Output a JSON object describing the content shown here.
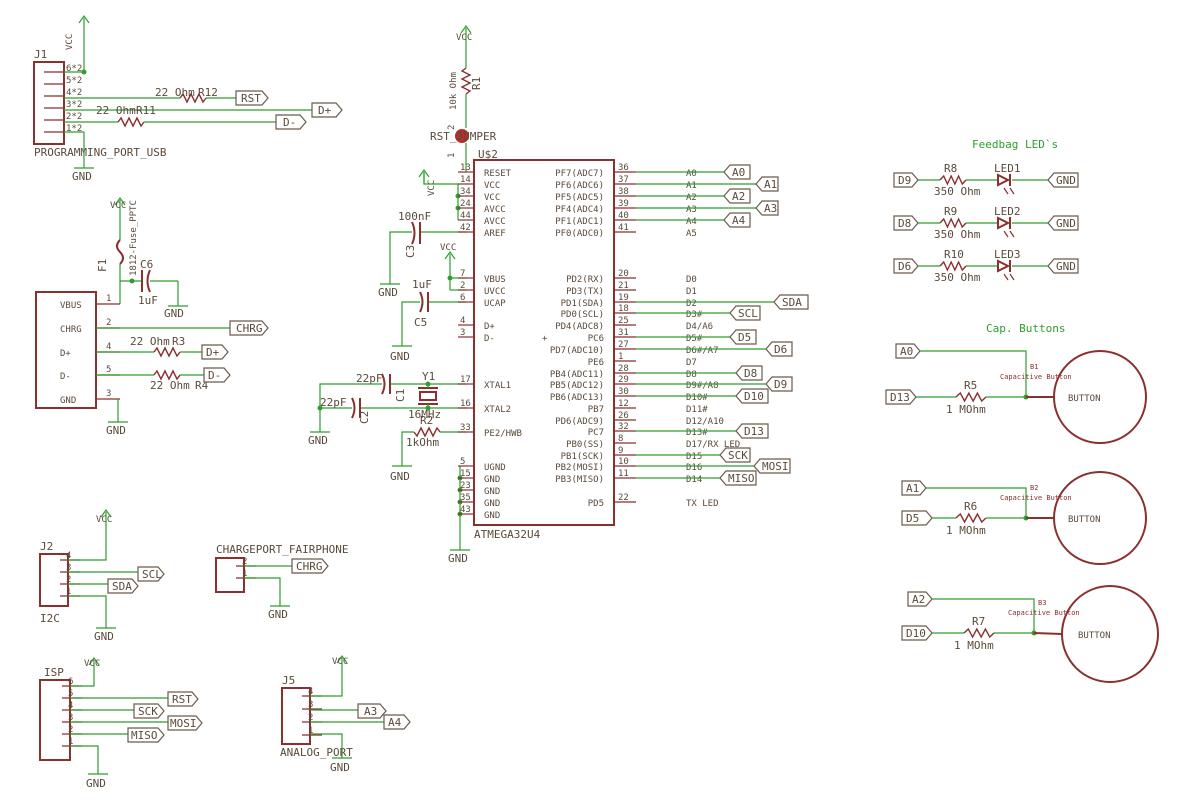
{
  "sections": {
    "feedback_leds": "Feedbag LED`s",
    "cap_buttons": "Cap. Buttons"
  },
  "power": {
    "vcc": "VCC",
    "gnd": "GND"
  },
  "j1": {
    "ref": "J1",
    "name": "PROGRAMMING_PORT_USB",
    "pins": [
      "6*2",
      "5*2",
      "4*2",
      "3*2",
      "2*2",
      "1*2"
    ],
    "r12": "R12",
    "r12_val": "22 Ohm",
    "r11": "R11",
    "r11_val": "22 Ohm",
    "net_rst": "RST",
    "net_dp": "D+",
    "net_dm": "D-"
  },
  "fuse": {
    "ref": "F1",
    "val": "1812-Fuse_PPTC"
  },
  "c6": {
    "ref": "C6",
    "val": "1uF"
  },
  "usb_conn": {
    "pins": [
      "VBUS",
      "CHRG",
      "D+",
      "D-",
      "GND"
    ],
    "nums": [
      "1",
      "2",
      "4",
      "5",
      "3"
    ],
    "r3": "R3",
    "r3_val": "22 Ohm",
    "r4": "R4",
    "r4_val": "22 Ohm",
    "net_chrg": "CHRG",
    "net_dp": "D+",
    "net_dm": "D-"
  },
  "r1": {
    "ref": "R1",
    "val": "10k Ohm"
  },
  "rst_jumper": "RST_JUMPER",
  "jumper_pins": [
    "1",
    "2"
  ],
  "c3": {
    "ref": "C3",
    "val": "100nF"
  },
  "c5": {
    "ref": "C5",
    "val": "1uF"
  },
  "c1": {
    "ref": "C1",
    "val": "22pF"
  },
  "c2": {
    "ref": "C2",
    "val": "22pF"
  },
  "y1": {
    "ref": "Y1",
    "val": "16MHz"
  },
  "r2": {
    "ref": "R2",
    "val": "1kOhm"
  },
  "mcu": {
    "ref": "U$2",
    "name": "ATMEGA32U4",
    "left_pins": [
      {
        "name": "RESET",
        "num": "13"
      },
      {
        "name": "VCC",
        "num": "14"
      },
      {
        "name": "VCC",
        "num": "34"
      },
      {
        "name": "AVCC",
        "num": "24"
      },
      {
        "name": "AVCC",
        "num": "44"
      },
      {
        "name": "AREF",
        "num": "42"
      },
      {
        "name": "VBUS",
        "num": "7"
      },
      {
        "name": "UVCC",
        "num": "2"
      },
      {
        "name": "UCAP",
        "num": "6"
      },
      {
        "name": "D+",
        "num": "4"
      },
      {
        "name": "D-",
        "num": "3"
      },
      {
        "name": "XTAL1",
        "num": "17"
      },
      {
        "name": "XTAL2",
        "num": "16"
      },
      {
        "name": "PE2/HWB",
        "num": "33"
      },
      {
        "name": "UGND",
        "num": "5"
      },
      {
        "name": "GND",
        "num": "15"
      },
      {
        "name": "GND",
        "num": "23"
      },
      {
        "name": "GND",
        "num": "35"
      },
      {
        "name": "GND",
        "num": "43"
      }
    ],
    "right_pins": [
      {
        "name": "PF7(ADC7)",
        "num": "36",
        "sig": "A0"
      },
      {
        "name": "PF6(ADC6)",
        "num": "37",
        "sig": "A1"
      },
      {
        "name": "PF5(ADC5)",
        "num": "38",
        "sig": "A2"
      },
      {
        "name": "PF4(ADC4)",
        "num": "39",
        "sig": "A3"
      },
      {
        "name": "PF1(ADC1)",
        "num": "40",
        "sig": "A4"
      },
      {
        "name": "PF0(ADC0)",
        "num": "41",
        "sig": "A5"
      },
      {
        "name": "PD2(RX)",
        "num": "20",
        "sig": "D0"
      },
      {
        "name": "PD3(TX)",
        "num": "21",
        "sig": "D1"
      },
      {
        "name": "PD1(SDA)",
        "num": "19",
        "sig": "D2"
      },
      {
        "name": "PD0(SCL)",
        "num": "18",
        "sig": "D3#"
      },
      {
        "name": "PD4(ADC8)",
        "num": "25",
        "sig": "D4/A6"
      },
      {
        "name": "PC6",
        "num": "31",
        "sig": "D5#"
      },
      {
        "name": "PD7(ADC10)",
        "num": "27",
        "sig": "D6#/A7"
      },
      {
        "name": "PE6",
        "num": "1",
        "sig": "D7"
      },
      {
        "name": "PB4(ADC11)",
        "num": "28",
        "sig": "D8"
      },
      {
        "name": "PB5(ADC12)",
        "num": "29",
        "sig": "D9#/A8"
      },
      {
        "name": "PB6(ADC13)",
        "num": "30",
        "sig": "D10#"
      },
      {
        "name": "PB7",
        "num": "12",
        "sig": "D11#"
      },
      {
        "name": "PD6(ADC9)",
        "num": "26",
        "sig": "D12/A10"
      },
      {
        "name": "PC7",
        "num": "32",
        "sig": "D13#"
      },
      {
        "name": "PB0(SS)",
        "num": "8",
        "sig": "D17/RX LED"
      },
      {
        "name": "PB1(SCK)",
        "num": "9",
        "sig": "D15"
      },
      {
        "name": "PB2(MOSI)",
        "num": "10",
        "sig": "D16"
      },
      {
        "name": "PB3(MISO)",
        "num": "11",
        "sig": "D14"
      },
      {
        "name": "PD5",
        "num": "22",
        "sig": "TX LED"
      }
    ],
    "nets": {
      "a0": "A0",
      "a1": "A1",
      "a2": "A2",
      "a3": "A3",
      "a4": "A4",
      "sda": "SDA",
      "scl": "SCL",
      "d5": "D5",
      "d6": "D6",
      "d8": "D8",
      "d9": "D9",
      "d10": "D10",
      "d13": "D13",
      "sck": "SCK",
      "mosi": "MOSI",
      "miso": "MISO"
    }
  },
  "leds": [
    {
      "net": "D9",
      "r": "R8",
      "rv": "350 Ohm",
      "led": "LED1"
    },
    {
      "net": "D8",
      "r": "R9",
      "rv": "350 Ohm",
      "led": "LED2"
    },
    {
      "net": "D6",
      "r": "R10",
      "rv": "350 Ohm",
      "led": "LED3"
    }
  ],
  "buttons": [
    {
      "in": "A0",
      "drv": "D13",
      "r": "R5",
      "rv": "1 MOhm",
      "b": "B1",
      "cap": "Capacitive Button",
      "label": "BUTTON"
    },
    {
      "in": "A1",
      "drv": "D5",
      "r": "R6",
      "rv": "1 MOhm",
      "b": "B2",
      "cap": "Capacitive Button",
      "label": "BUTTON"
    },
    {
      "in": "A2",
      "drv": "D10",
      "r": "R7",
      "rv": "1 MOhm",
      "b": "B3",
      "cap": "Capacitive Button",
      "label": "BUTTON"
    }
  ],
  "j2": {
    "ref": "J2",
    "name": "I2C",
    "pins": [
      "4",
      "3",
      "2",
      "1"
    ],
    "scl": "SCL",
    "sda": "SDA"
  },
  "charge": {
    "name": "CHARGEPORT_FAIRPHONE",
    "pins": [
      "2",
      "1"
    ],
    "chrg": "CHRG"
  },
  "isp": {
    "ref": "ISP",
    "pins": [
      "6",
      "5",
      "4",
      "3",
      "2",
      "1"
    ],
    "rst": "RST",
    "sck": "SCK",
    "mosi": "MOSI",
    "miso": "MISO"
  },
  "j5": {
    "ref": "J5",
    "name": "ANALOG_PORT",
    "pins": [
      "4",
      "3",
      "2",
      "1"
    ],
    "a3": "A3",
    "a4": "A4"
  }
}
